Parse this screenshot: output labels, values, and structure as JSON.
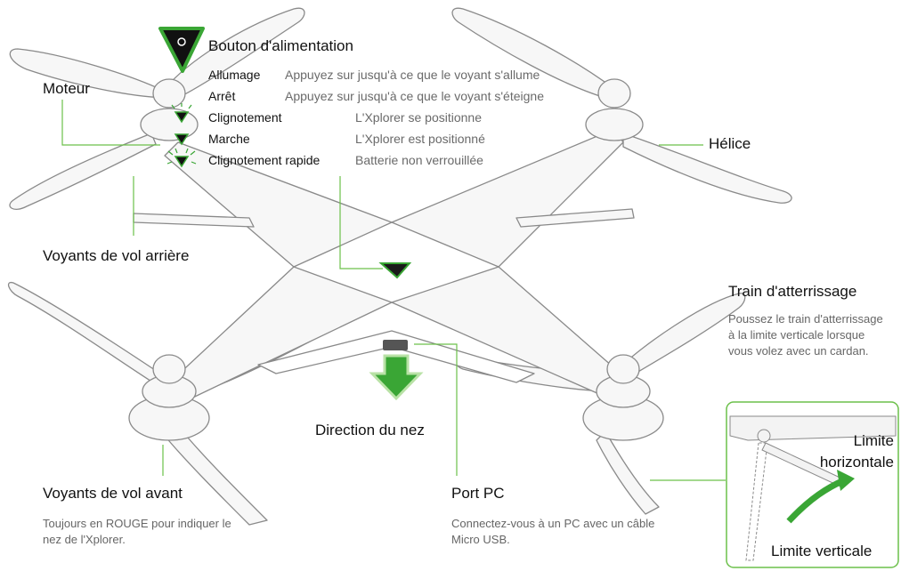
{
  "labels": {
    "power_button": "Bouton d'alimentation",
    "motor": "Moteur",
    "propeller": "Hélice",
    "rear_lights": "Voyants de vol arrière",
    "landing_gear": "Train d'atterrissage",
    "landing_gear_note": "Poussez le train d'atterrissage à la limite verticale lorsque vous volez avec un cardan.",
    "nose_direction": "Direction du nez",
    "front_lights": "Voyants de vol avant",
    "front_lights_note": "Toujours en ROUGE pour indiquer le nez de l'Xplorer.",
    "pc_port": "Port PC",
    "pc_port_note": "Connectez-vous à un PC avec un câble Micro USB.",
    "horizontal_limit": "Limite horizontale",
    "vertical_limit": "Limite verticale"
  },
  "power_states": [
    {
      "label": "Allumage",
      "desc": "Appuyez sur jusqu'à ce que le voyant s'allume"
    },
    {
      "label": "Arrêt",
      "desc": "Appuyez sur jusqu'à ce que le voyant s'éteigne"
    },
    {
      "label": "Clignotement",
      "desc": "L'Xplorer se positionne"
    },
    {
      "label": "Marche",
      "desc": "L'Xplorer est positionné"
    },
    {
      "label": "Clignotement rapide",
      "desc": "Batterie non verrouillée"
    }
  ],
  "colors": {
    "accent": "#3aa635",
    "line": "#6cc04a",
    "outline": "#8a8a8a"
  }
}
